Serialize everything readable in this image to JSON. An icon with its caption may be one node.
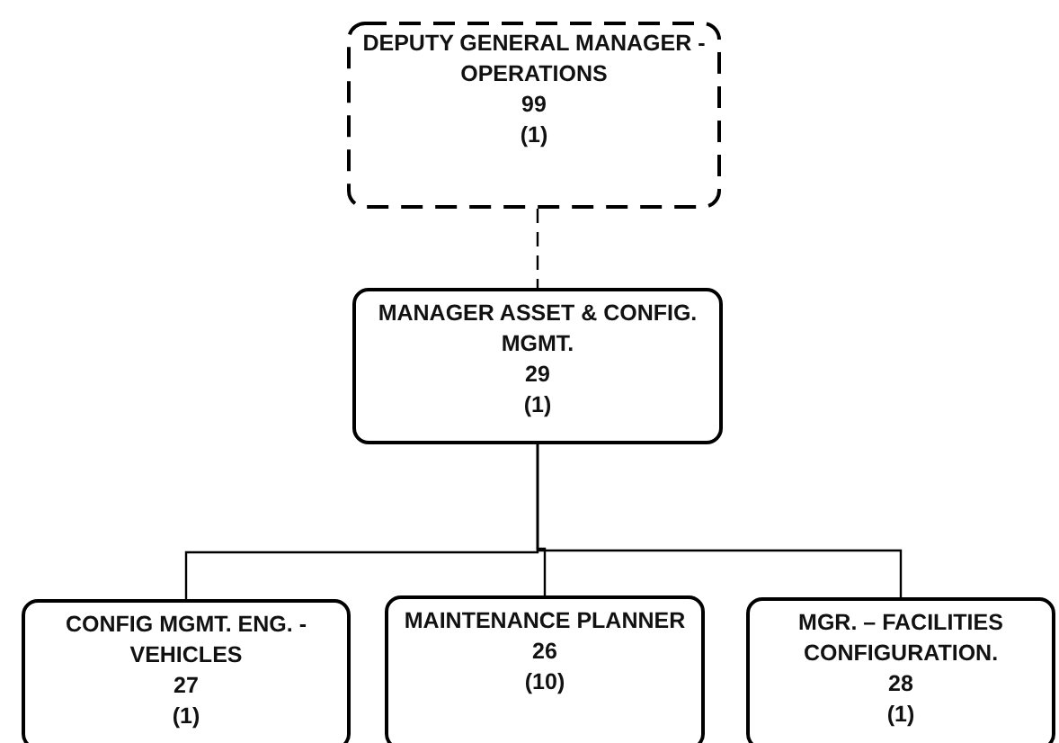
{
  "diagram": {
    "nodes": [
      {
        "text": [
          "DEPUTY GENERAL MANAGER - OPERATIONS",
          "99",
          "(1)"
        ]
      },
      {
        "text": [
          "MANAGER ASSET & CONFIG. MGMT.",
          "29",
          "(1)"
        ]
      },
      {
        "text": [
          "CONFIG MGMT. ENG. - VEHICLES",
          "27",
          "(1)"
        ]
      },
      {
        "text": [
          "MAINTENANCE PLANNER",
          "26",
          "(10)"
        ]
      },
      {
        "text": [
          "MGR. – FACILITIES CONFIGURATION.",
          "28",
          "(1)"
        ]
      }
    ],
    "edges": [
      {
        "from": 0,
        "to": 1,
        "arrow": "none",
        "style": "dashed"
      },
      {
        "from": 1,
        "to": 2,
        "arrow": "none"
      },
      {
        "from": 1,
        "to": 3,
        "arrow": "none"
      },
      {
        "from": 1,
        "to": 4,
        "arrow": "none"
      }
    ]
  }
}
